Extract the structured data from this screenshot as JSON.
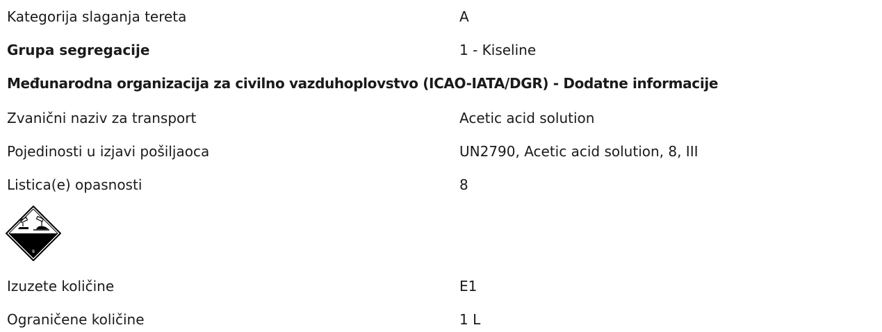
{
  "rows": [
    {
      "label": "Kategorija slaganja tereta",
      "value": "A"
    },
    {
      "label": "Grupa segregacije",
      "value": "1 - Kiseline"
    }
  ],
  "section_heading": "Međunarodna organizacija za civilno vazduhoplovstvo (ICAO-IATA/DGR) - Dodatne informacije",
  "icao_rows": [
    {
      "label": "Zvanični naziv za transport",
      "value": "Acetic acid solution"
    },
    {
      "label": "Pojedinosti u izjavi pošiljaoca",
      "value": "UN2790, Acetic acid solution, 8, III"
    },
    {
      "label": "Listica(e) opasnosti",
      "value": "8"
    }
  ],
  "pictogram": {
    "icon": "corrosive-class-8-hazard-icon",
    "class_number": "8",
    "fill_color": "#000000",
    "border_color": "#000000"
  },
  "quantity_rows": [
    {
      "label": "Izuzete količine",
      "value": "E1"
    },
    {
      "label": "Ograničene količine",
      "value": "1 L"
    }
  ]
}
